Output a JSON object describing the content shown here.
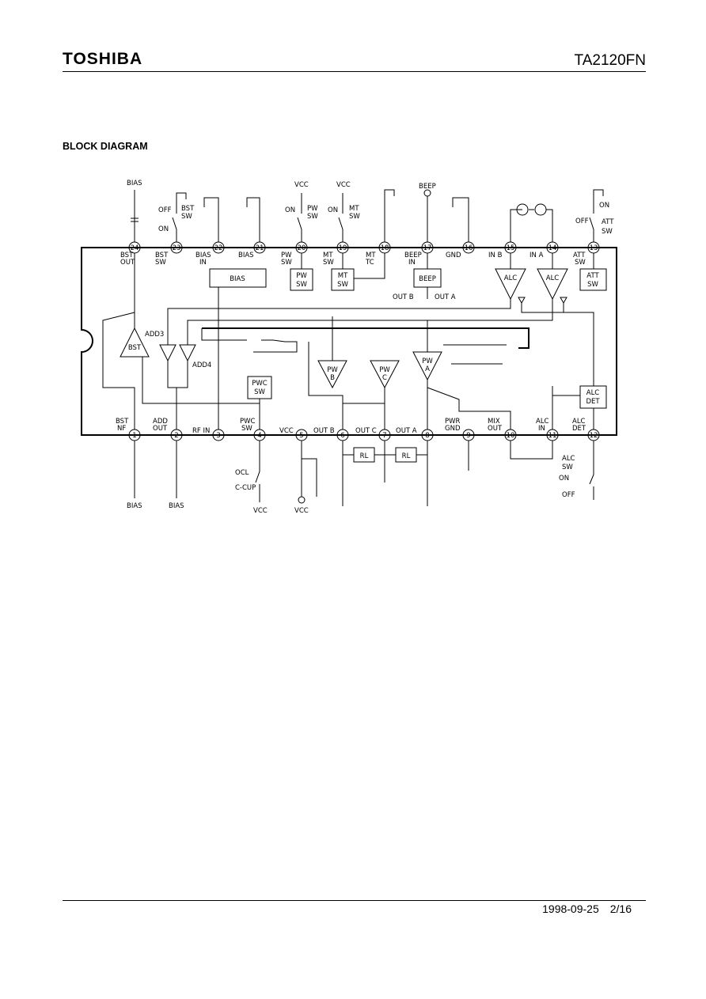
{
  "header": {
    "brand": "TOSHIBA",
    "part_number": "TA2120FN"
  },
  "section_title": "BLOCK DIAGRAM",
  "footer": {
    "date": "1998-09-25",
    "page": "2/16"
  },
  "diagram": {
    "top_pins": [
      {
        "num": "24",
        "label1": "BST",
        "label2": "OUT"
      },
      {
        "num": "23",
        "label1": "BST",
        "label2": "SW"
      },
      {
        "num": "22",
        "label1": "BIAS",
        "label2": "IN"
      },
      {
        "num": "21",
        "label1": "BIAS",
        "label2": ""
      },
      {
        "num": "20",
        "label1": "PW",
        "label2": "SW"
      },
      {
        "num": "19",
        "label1": "MT",
        "label2": "SW"
      },
      {
        "num": "18",
        "label1": "MT",
        "label2": "TC"
      },
      {
        "num": "17",
        "label1": "BEEP",
        "label2": "IN"
      },
      {
        "num": "16",
        "label1": "GND",
        "label2": ""
      },
      {
        "num": "15",
        "label1": "IN B",
        "label2": ""
      },
      {
        "num": "14",
        "label1": "IN A",
        "label2": ""
      },
      {
        "num": "13",
        "label1": "ATT",
        "label2": "SW"
      }
    ],
    "bottom_pins": [
      {
        "num": "1",
        "label1": "BST",
        "label2": "NF"
      },
      {
        "num": "2",
        "label1": "ADD",
        "label2": "OUT"
      },
      {
        "num": "3",
        "label1": "RF IN",
        "label2": ""
      },
      {
        "num": "4",
        "label1": "PWC",
        "label2": "SW"
      },
      {
        "num": "5",
        "label1": "VCC",
        "label2": ""
      },
      {
        "num": "6",
        "label1": "OUT B",
        "label2": ""
      },
      {
        "num": "7",
        "label1": "OUT C",
        "label2": ""
      },
      {
        "num": "8",
        "label1": "OUT A",
        "label2": ""
      },
      {
        "num": "9",
        "label1": "PWR",
        "label2": "GND"
      },
      {
        "num": "10",
        "label1": "MIX",
        "label2": "OUT"
      },
      {
        "num": "11",
        "label1": "ALC",
        "label2": "IN"
      },
      {
        "num": "12",
        "label1": "ALC",
        "label2": "DET"
      }
    ],
    "blocks": {
      "bias": "BIAS",
      "pw_sw": [
        "PW",
        "SW"
      ],
      "mt_sw": [
        "MT",
        "SW"
      ],
      "beep": "BEEP",
      "att_sw": [
        "ATT",
        "SW"
      ],
      "alc_det": [
        "ALC",
        "DET"
      ],
      "pwc_sw": [
        "PWC",
        "SW"
      ],
      "alc_amp": "ALC",
      "bst_amp": "BST",
      "pw_b": [
        "PW",
        "B"
      ],
      "pw_c": [
        "PW",
        "C"
      ],
      "pw_a": [
        "PW",
        "A"
      ],
      "add3": "ADD3",
      "add4": "ADD4",
      "rl": "RL"
    },
    "labels": {
      "bias_ext": "BIAS",
      "vcc": "VCC",
      "beep_ext": "BEEP",
      "off": "OFF",
      "on": "ON",
      "bst_sw": [
        "BST",
        "SW"
      ],
      "pw_sw_ext": [
        "PW",
        "SW"
      ],
      "mt_sw_ext": [
        "MT",
        "SW"
      ],
      "att_sw_ext": [
        "ATT",
        "SW"
      ],
      "alc_sw_ext": [
        "ALC",
        "SW"
      ],
      "out_b": "OUT B",
      "out_a": "OUT A",
      "ocl": "OCL",
      "c_cup": "C-CUP"
    }
  }
}
